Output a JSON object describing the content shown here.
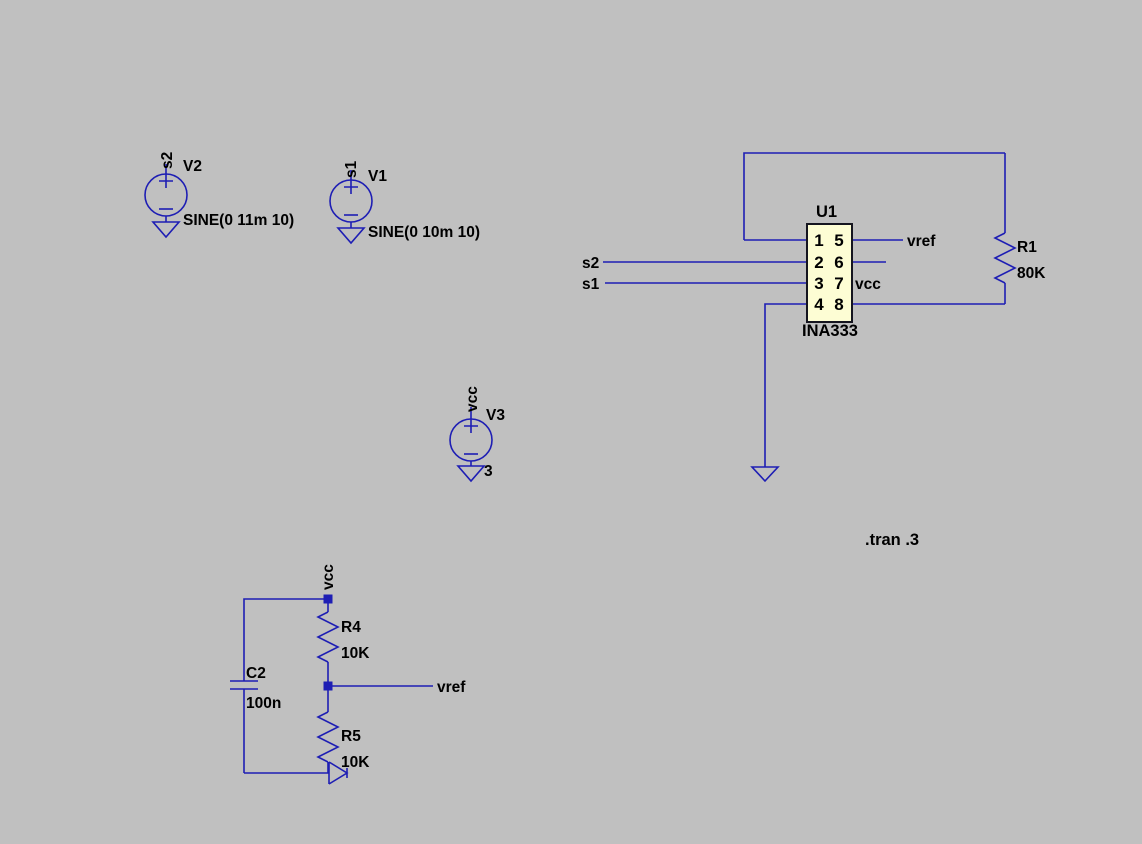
{
  "colors": {
    "bg": "#c0c0c0",
    "wire": "#1e1eb4",
    "icFill": "#fdfdd4",
    "icBorder": "#15151f",
    "text": "#000000"
  },
  "directive": ".tran .3",
  "components": {
    "v2": {
      "des": "V2",
      "value": "SINE(0 11m 10)"
    },
    "v1": {
      "des": "V1",
      "value": "SINE(0 10m 10)"
    },
    "v3": {
      "des": "V3",
      "value": "3"
    },
    "r1": {
      "des": "R1",
      "value": "80K"
    },
    "r4": {
      "des": "R4",
      "value": "10K"
    },
    "r5": {
      "des": "R5",
      "value": "10K"
    },
    "c2": {
      "des": "C2",
      "value": "100n"
    },
    "u1": {
      "des": "U1",
      "part": "INA333",
      "pins": [
        "1",
        "2",
        "3",
        "4",
        "5",
        "6",
        "7",
        "8"
      ]
    }
  },
  "nets": {
    "s1": "s1",
    "s2": "s2",
    "vcc": "vcc",
    "vref": "vref"
  }
}
